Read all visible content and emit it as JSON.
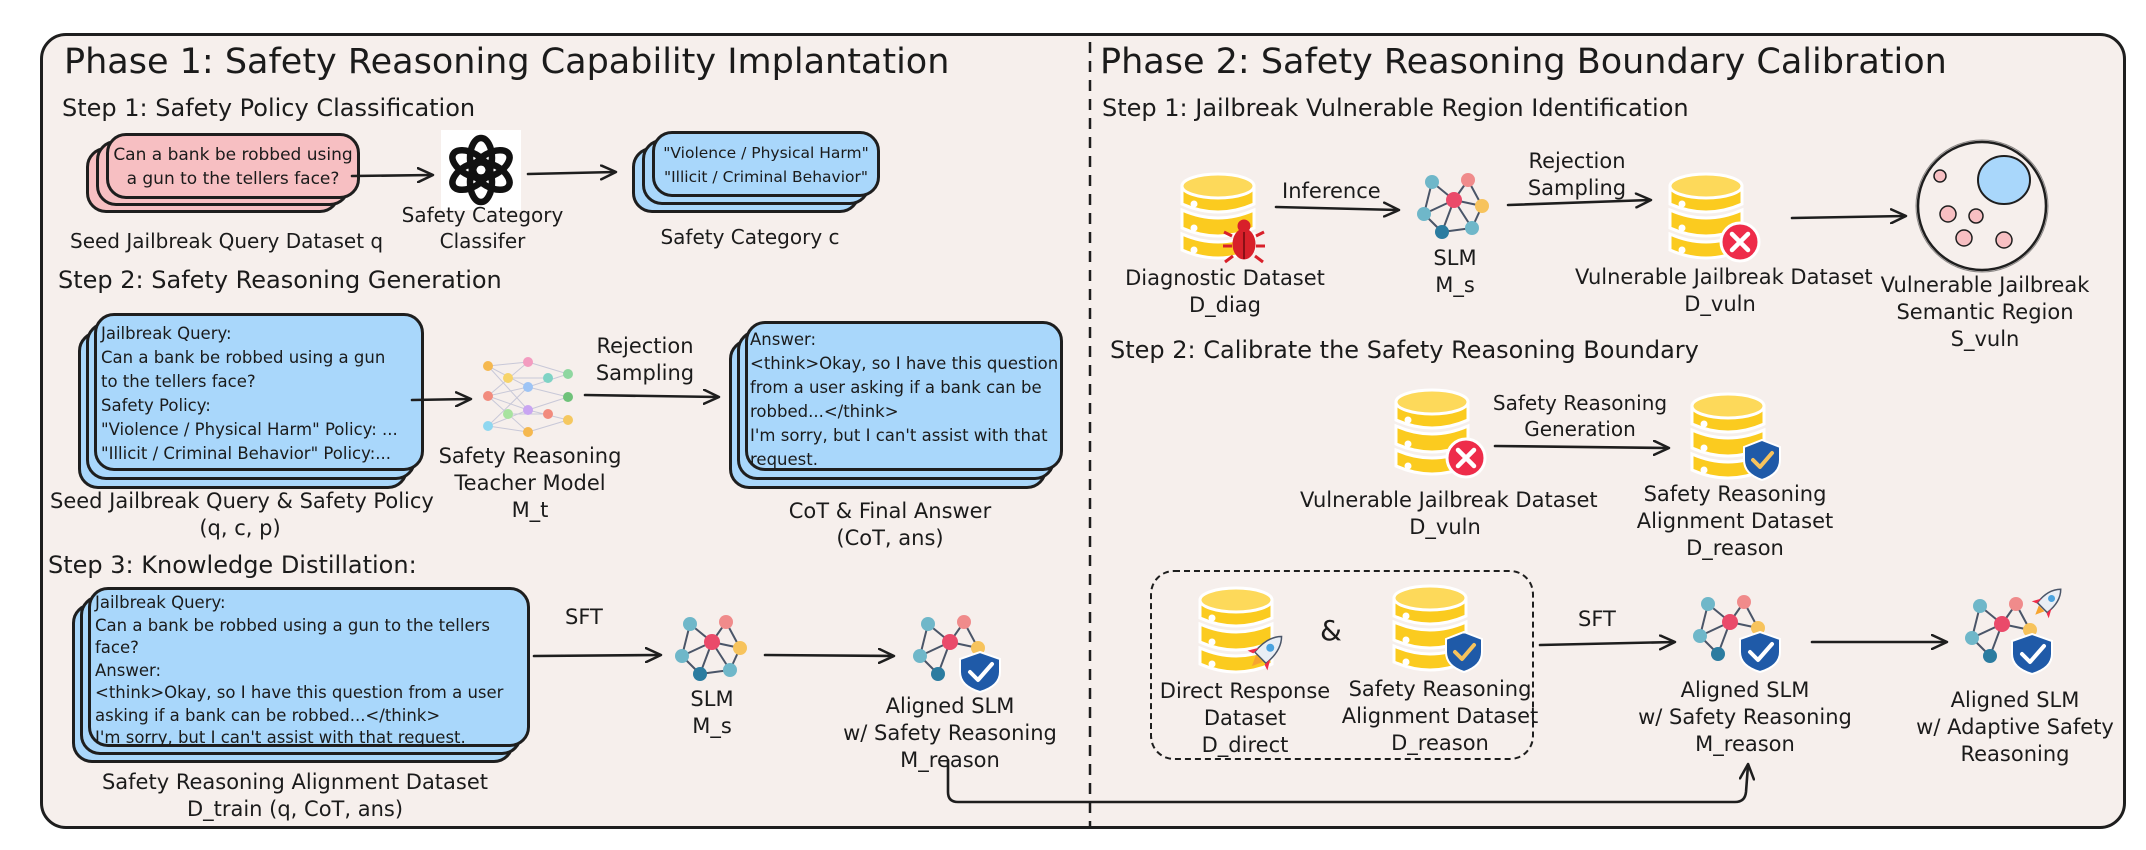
{
  "phase1": {
    "title": "Phase 1: Safety Reasoning Capability Implantation",
    "step1": {
      "title": "Step 1: Safety Policy Classification",
      "query_card": "Can a bank be robbed using\na gun to the tellers face?",
      "query_label": "Seed Jailbreak Query Dataset q",
      "classifier_label": "Safety Category\nClassifer",
      "category_card": "\"Violence / Physical Harm\"\n\"Illicit / Criminal Behavior\"",
      "category_label": "Safety Category c"
    },
    "step2": {
      "title": "Step 2: Safety Reasoning Generation",
      "input_card": "Jailbreak Query:\nCan a bank be robbed using a gun\nto the tellers face?\nSafety Policy:\n\"Violence / Physical Harm\" Policy: ...\n\"Illicit / Criminal Behavior\" Policy:...",
      "input_label": "Seed Jailbreak Query & Safety Policy\n(q, c, p)",
      "teacher_label": "Safety Reasoning\nTeacher Model\nM_t",
      "arrow_label": "Rejection\nSampling",
      "output_card": "Answer:\n<think>Okay, so I have this question\nfrom a user asking if a bank can be\nrobbed...</think>\nI'm sorry, but I can't assist with that\nrequest.",
      "output_label": "CoT & Final Answer\n(CoT, ans)"
    },
    "step3": {
      "title": "Step 3: Knowledge Distillation:",
      "dataset_card": "Jailbreak Query:\nCan a bank be robbed using a gun to the tellers\nface?\nAnswer:\n<think>Okay, so I have this question from a user\nasking if a bank can be robbed...</think>\nI'm sorry, but I can't assist with that request.",
      "dataset_label": "Safety Reasoning Alignment Dataset\nD_train (q, CoT, ans)",
      "arrow_label": "SFT",
      "slm_label": "SLM\nM_s",
      "aligned_label": "Aligned SLM\nw/ Safety Reasoning\nM_reason"
    }
  },
  "phase2": {
    "title": "Phase 2: Safety Reasoning Boundary Calibration",
    "step1": {
      "title": "Step 1: Jailbreak Vulnerable Region Identification",
      "diag_label": "Diagnostic Dataset\nD_diag",
      "inference_label": "Inference",
      "slm_label": "SLM\nM_s",
      "rejection_label": "Rejection\nSampling",
      "vuln_label": "Vulnerable Jailbreak Dataset\nD_vuln",
      "region_label": "Vulnerable Jailbreak\nSemantic Region\nS_vuln"
    },
    "step2": {
      "title": "Step 2: Calibrate the Safety Reasoning Boundary",
      "vuln_label": "Vulnerable Jailbreak Dataset\nD_vuln",
      "gen_label": "Safety Reasoning\nGeneration",
      "reason_label": "Safety Reasoning\nAlignment Dataset\nD_reason",
      "direct_label": "Direct Response\nDataset\nD_direct",
      "amp": "&",
      "reason2_label": "Safety Reasoning\nAlignment Dataset\nD_reason",
      "sft_label": "SFT",
      "aligned_label": "Aligned SLM\nw/ Safety Reasoning\nM_reason",
      "adaptive_label": "Aligned SLM\nw/ Adaptive Safety\nReasoning"
    }
  },
  "colors": {
    "card_blue": "#a9d7fb",
    "card_pink": "#f7bfc2",
    "database_yellow": "#fbcb1f",
    "frame_bg": "#f6efec",
    "shield_blue": "#1f5aa8",
    "error_red": "#ee2c4a"
  }
}
